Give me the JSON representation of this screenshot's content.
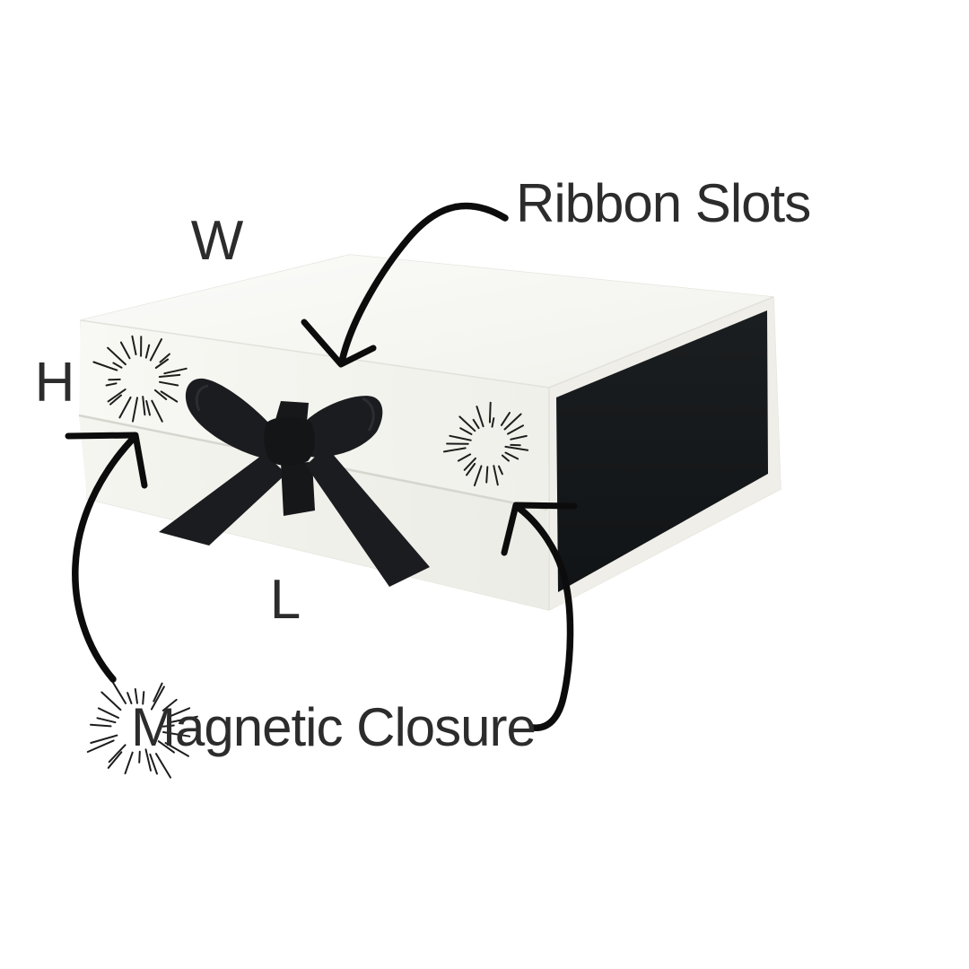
{
  "page": {
    "background": "#ffffff"
  },
  "diagram": {
    "dimension_labels": {
      "width": "W",
      "height": "H",
      "length": "L"
    },
    "annotations": {
      "ribbon_slots": {
        "label": "Ribbon Slots"
      },
      "magnetic_closure": {
        "label": "Magnetic Closure"
      }
    },
    "icons": {
      "sparkle": "sparkle-icon",
      "ribbon_slots_arrow": "curved-arrow-icon",
      "magnetic_closure_left_arrow": "curved-arrow-icon",
      "magnetic_closure_right_arrow": "curved-arrow-icon"
    },
    "colors": {
      "text": "#2c2c2c",
      "arrow": "#0c0c0c",
      "sparkle": "#1d1d1d",
      "box_white": "#f5f5f1",
      "box_side_black": "#16191b",
      "ribbon_black": "#1b1c1f"
    }
  }
}
